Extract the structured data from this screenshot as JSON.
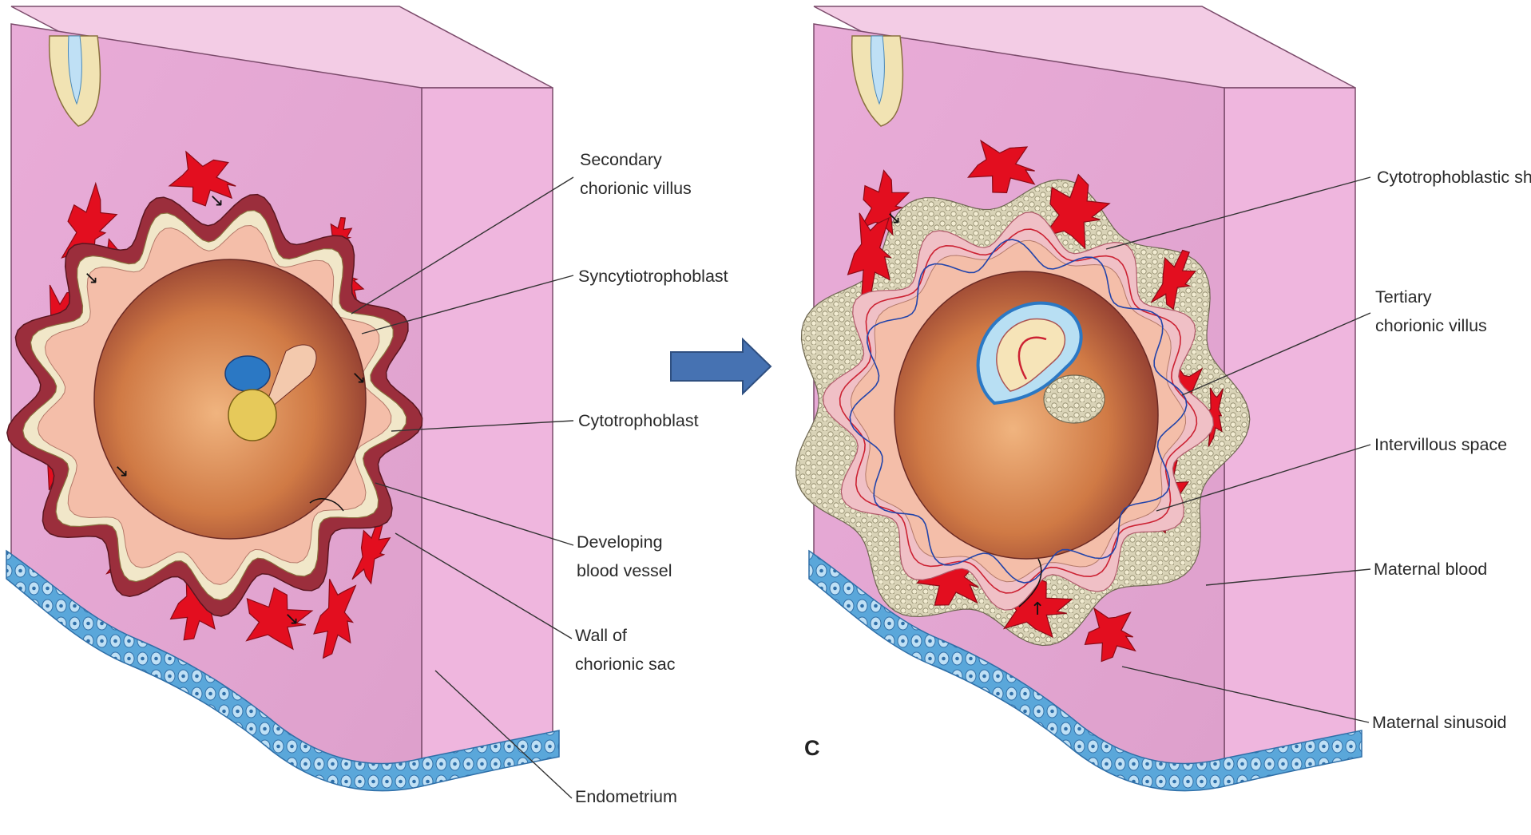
{
  "colors": {
    "endometrium_front": "#e5a6d4",
    "endometrium_top": "#f3cce5",
    "endometrium_side": "#efb6de",
    "epithelium": "#5aa7da",
    "maternal_blood": "#e30e1f",
    "chorionic_sac": "#c8713e",
    "syncytiotrophoblast": "#f4bea9",
    "cytotrophoblast": "#f1e7c9",
    "amnion": "#2b78c4",
    "yolk_sac": "#e6c95a",
    "vessel_red": "#cc2233",
    "vessel_blue": "#2244aa",
    "arrow_fill": "#4672b2",
    "arrow_stroke": "#2f4f80"
  },
  "left_panel": {
    "labels": {
      "secondary_villus": [
        "Secondary",
        "chorionic villus"
      ],
      "syncytiotrophoblast": [
        "Syncytiotrophoblast"
      ],
      "cytotrophoblast": [
        "Cytotrophoblast"
      ],
      "developing_vessel": [
        "Developing",
        "blood vessel"
      ],
      "wall_sac": [
        "Wall of",
        "chorionic sac"
      ],
      "endometrium": [
        "Endometrium"
      ]
    }
  },
  "right_panel": {
    "panel_letter": "C",
    "labels": {
      "cytotrophoblastic_shell": [
        "Cytotrophoblastic shell"
      ],
      "tertiary_villus": [
        "Tertiary",
        "chorionic villus"
      ],
      "intervillous_space": [
        "Intervillous space"
      ],
      "maternal_blood": [
        "Maternal blood"
      ],
      "maternal_sinusoid": [
        "Maternal sinusoid"
      ]
    }
  },
  "transition_arrow_icon": "right-arrow-icon"
}
